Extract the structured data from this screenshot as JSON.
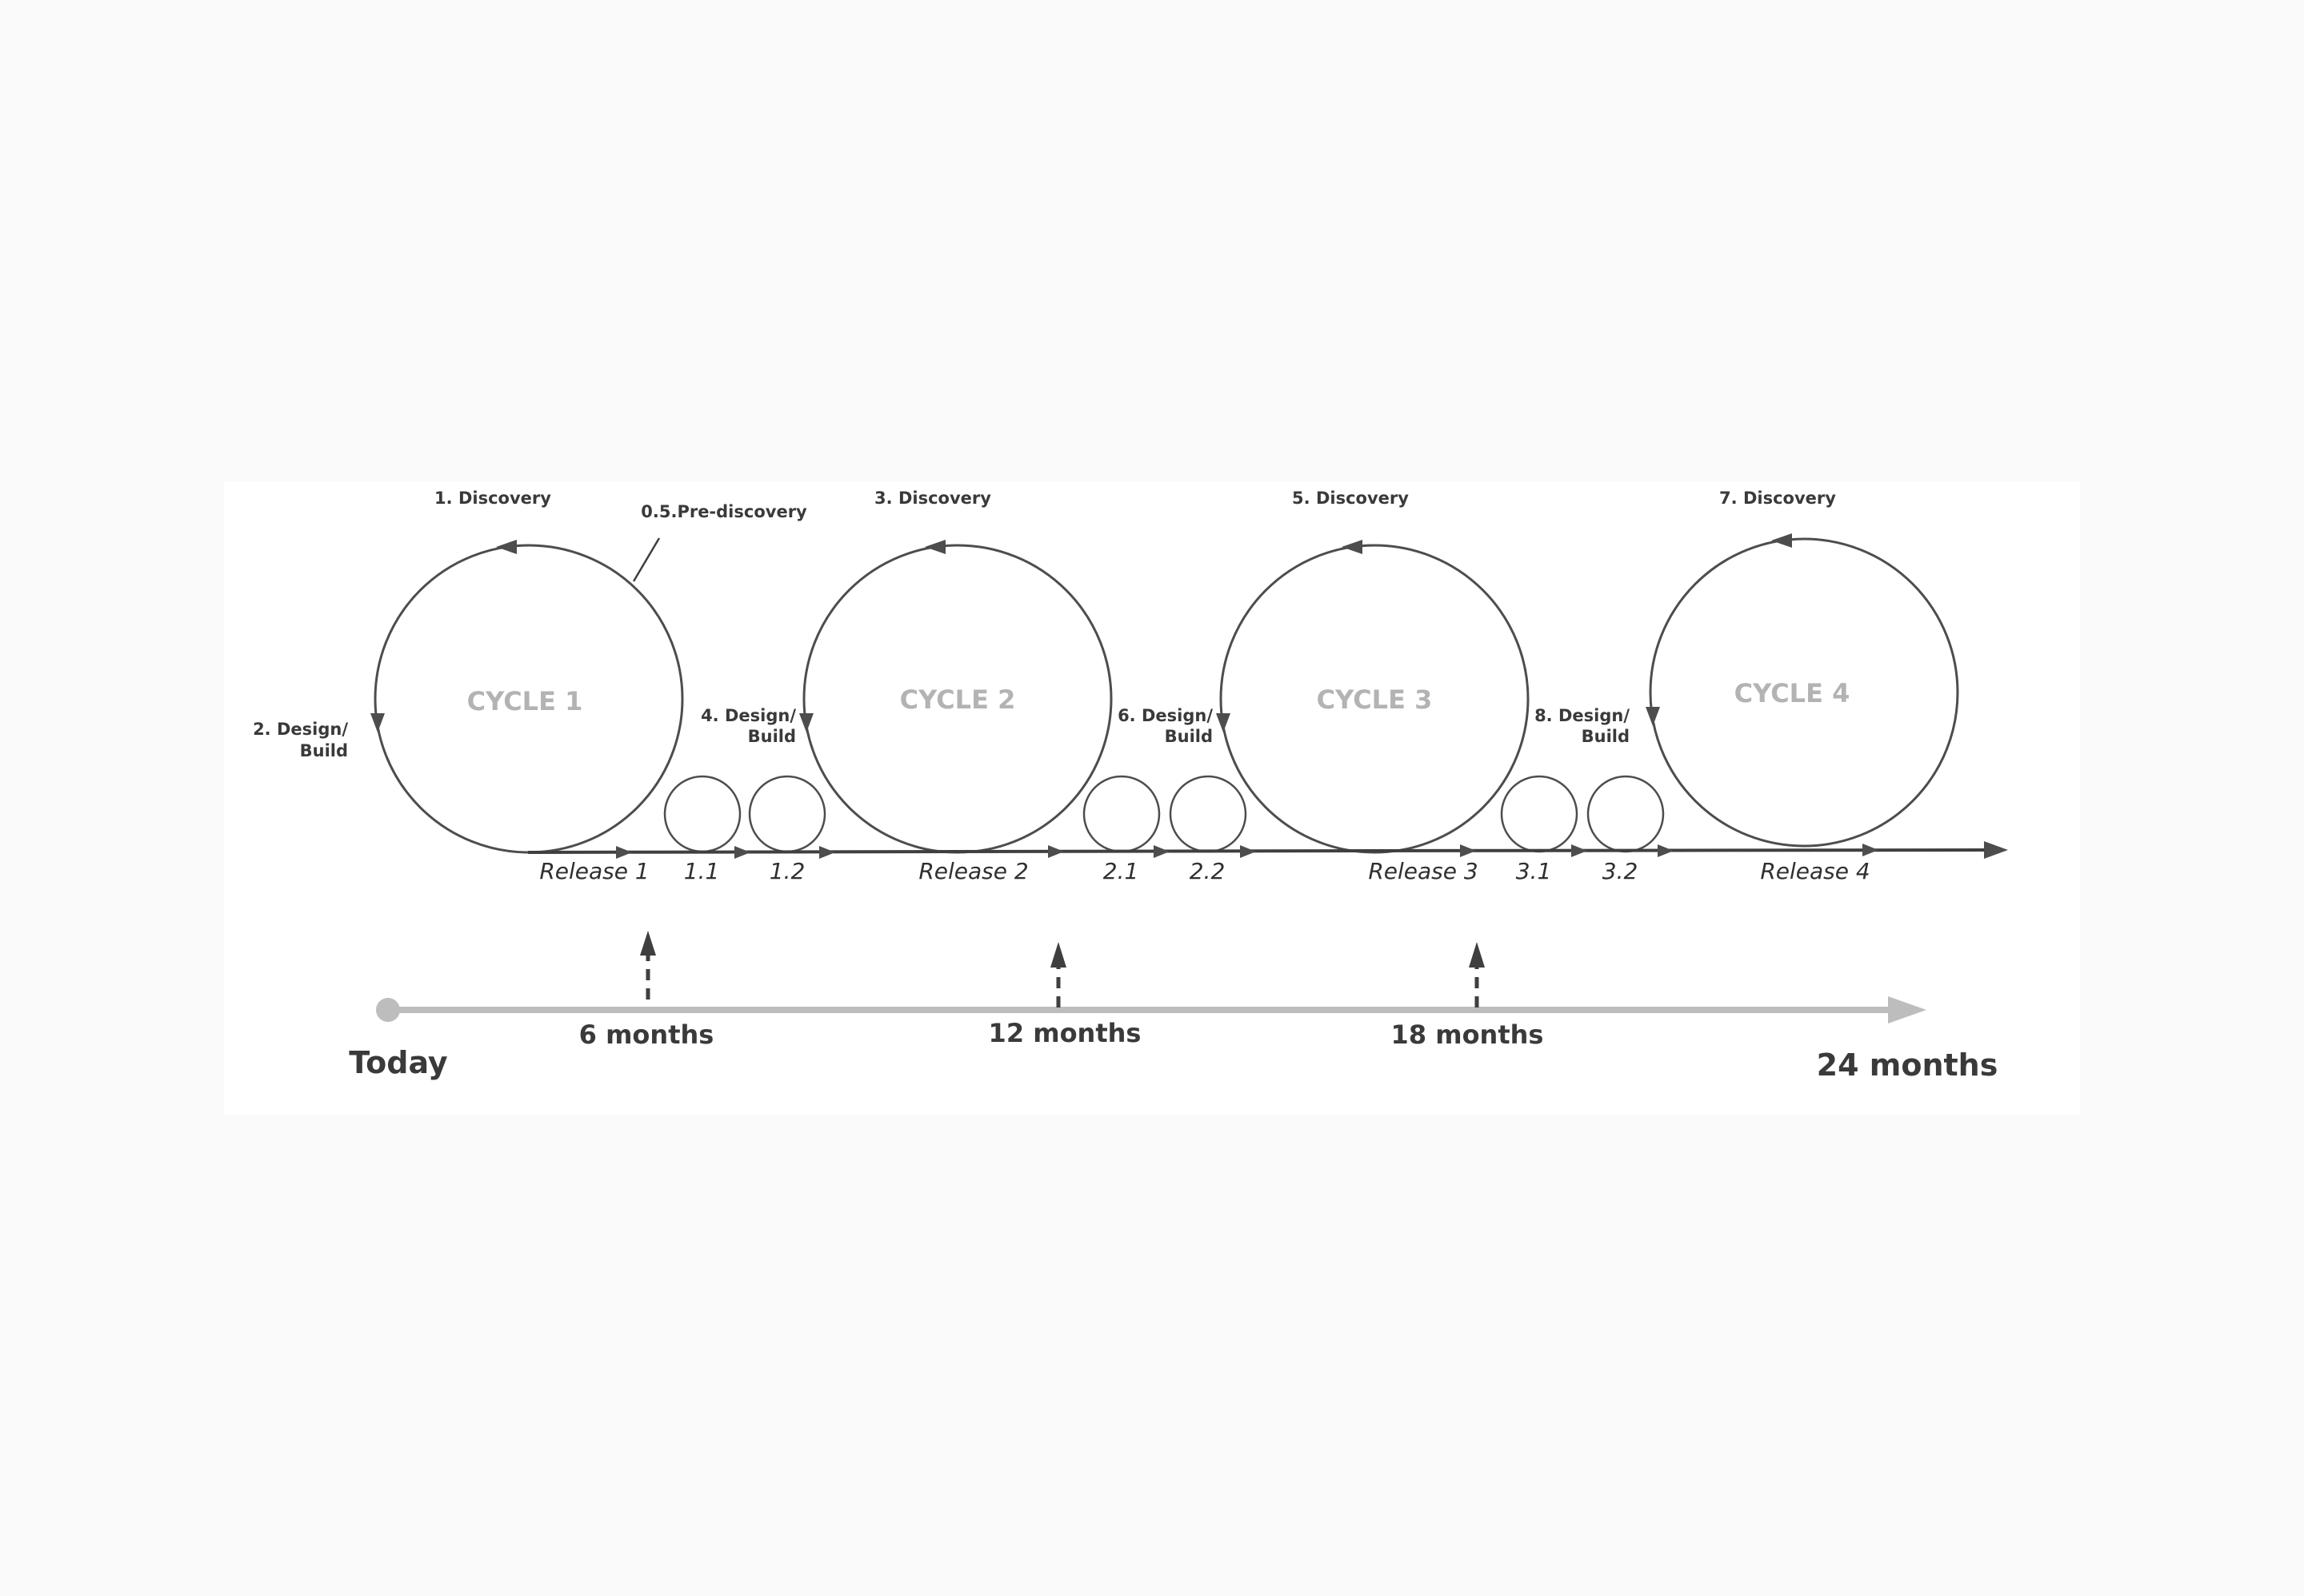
{
  "cycles": [
    {
      "label": "CYCLE 1",
      "discovery": "1. Discovery",
      "design_line1": "2. Design/",
      "design_line2": "Build",
      "release": "Release 1",
      "subs": [
        "1.1",
        "1.2"
      ]
    },
    {
      "label": "CYCLE 2",
      "discovery": "3. Discovery",
      "design_line1": "4. Design/",
      "design_line2": "Build",
      "release": "Release 2",
      "subs": [
        "2.1",
        "2.2"
      ]
    },
    {
      "label": "CYCLE 3",
      "discovery": "5. Discovery",
      "design_line1": "6. Design/",
      "design_line2": "Build",
      "release": "Release 3",
      "subs": [
        "3.1",
        "3.2"
      ]
    },
    {
      "label": "CYCLE 4",
      "discovery": "7. Discovery",
      "design_line1": "8. Design/",
      "design_line2": "Build",
      "release": "Release 4",
      "subs": []
    }
  ],
  "pre_discovery": "0.5.Pre-discovery",
  "timeline": {
    "start": "Today",
    "markers": [
      "6 months",
      "12 months",
      "18 months"
    ],
    "end": "24 months"
  },
  "colors": {
    "background": "#fafafa",
    "panel": "#ffffff",
    "stroke": "#4d4d4d",
    "cycle_label": "#b3b3b3",
    "timeline": "#bdbdbd"
  }
}
